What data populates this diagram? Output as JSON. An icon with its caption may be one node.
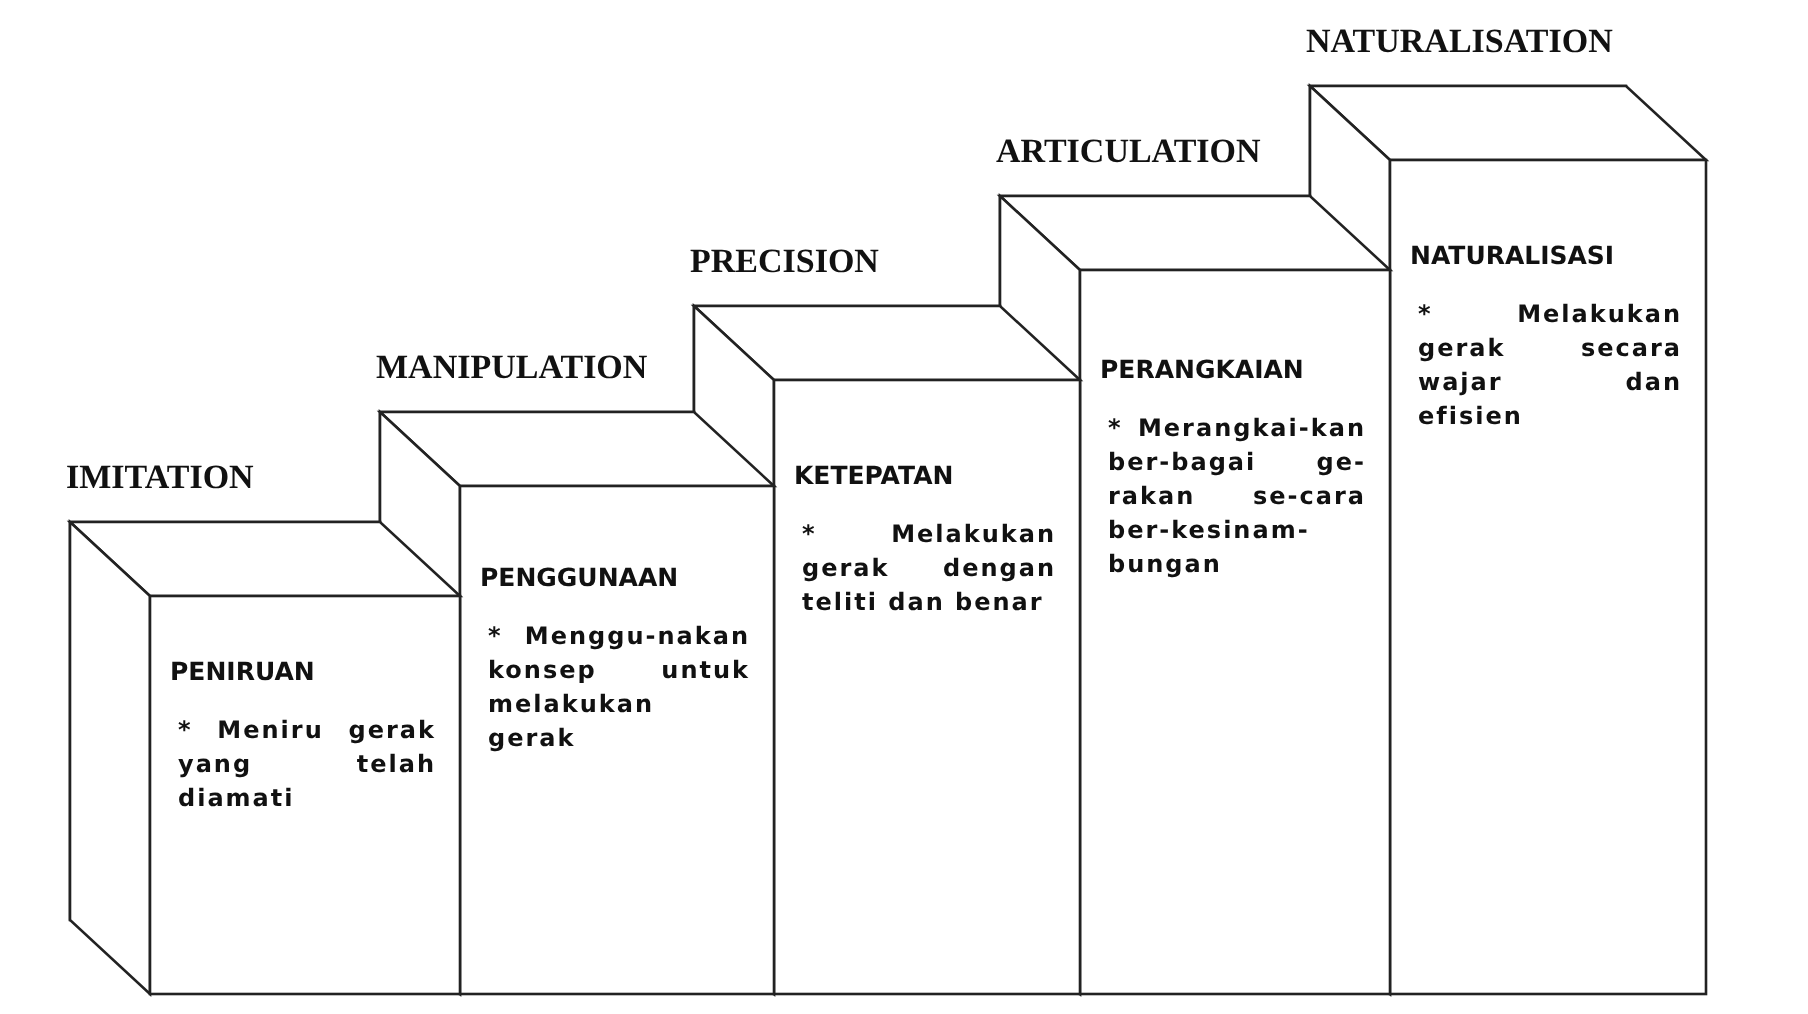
{
  "diagram": {
    "nodes": [
      {
        "text": [
          "IMITATION",
          "PENIRUAN",
          "* Meniru gerak yang telah diamati"
        ]
      },
      {
        "text": [
          "MANIPULATION",
          "PENGGUNAAN",
          "* Menggu-nakan konsep untuk melakukan gerak"
        ]
      },
      {
        "text": [
          "PRECISION",
          "KETEPATAN",
          "* Melakukan gerak dengan teliti dan benar"
        ]
      },
      {
        "text": [
          "ARTICULATION",
          "PERANGKAIAN",
          "* Merangkai-kan ber-bagai ge-rakan se-cara ber-kesinam-bungan"
        ]
      },
      {
        "text": [
          "NATURALISATION",
          "NATURALISASI",
          "* Melakukan gerak secara wajar dan efisien"
        ]
      }
    ]
  }
}
